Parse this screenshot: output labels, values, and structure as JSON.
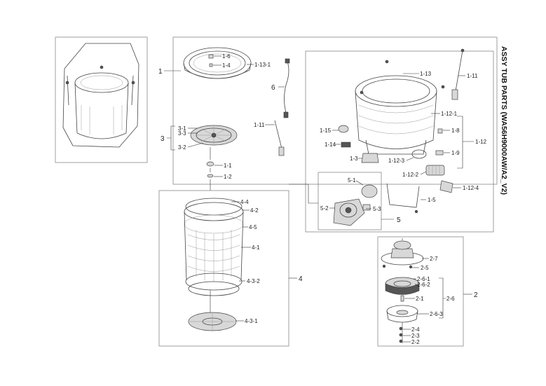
{
  "title": "ASSY TUB PARTS (WA56H9000AW/A2_V2)",
  "groups": {
    "g1": "1",
    "g2": "2",
    "g3": "3",
    "g4": "4",
    "g5": "5",
    "g6": "6",
    "g1_12": "1-12",
    "g1_13_1": "1-13-1",
    "g1_11_top": "1-11",
    "g1_11_left": "1-11"
  },
  "labels": {
    "p1_6": "1-6",
    "p1_4": "1-4",
    "p3_1": "3-1",
    "p3_3": "3-3",
    "p3_2": "3-2",
    "p1_1": "1-1",
    "p1_2": "1-2",
    "p1_13": "1-13",
    "p1_12_1": "1-12-1",
    "p1_15": "1-15",
    "p1_8": "1-8",
    "p1_14": "1-14",
    "p1_9": "1-9",
    "p1_3": "1-3",
    "p1_12_3": "1-12-3",
    "p1_12_2": "1-12-2",
    "p1_12_4": "1-12-4",
    "p5_1": "5-1",
    "p1_5": "1-5",
    "p5_2": "5-2",
    "p5_3": "5-3",
    "p4_4": "4-4",
    "p4_2": "4-2",
    "p4_5": "4-5",
    "p4_1": "4-1",
    "p4_3_2": "4-3-2",
    "p4_3_1": "4-3-1",
    "p2_7": "2-7",
    "p2_5": "2-5",
    "p2_6_1": "2-6-1",
    "p2_6_2": "2-6-2",
    "p2_6": "2-6",
    "p2_1": "2-1",
    "p2_6_3": "2-6-3",
    "p2_4": "2-4",
    "p2_3": "2-3",
    "p2_2": "2-2"
  }
}
